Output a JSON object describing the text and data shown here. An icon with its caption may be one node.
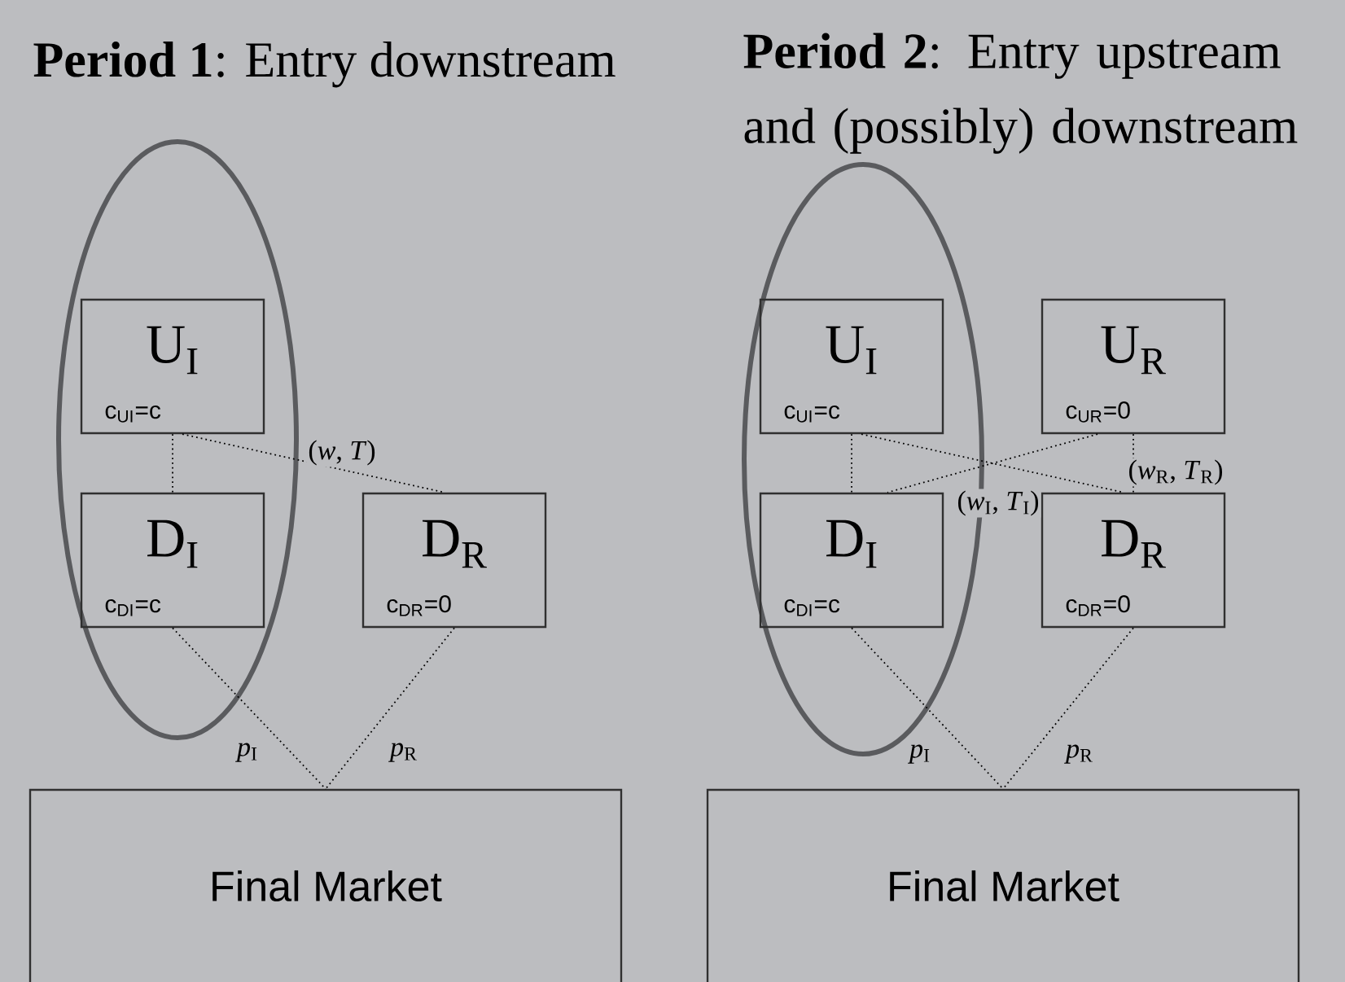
{
  "diagram": {
    "nodes": [
      {
        "text": [],
        "shape": "ellipse"
      },
      {
        "text": [
          "U$_{I}$",
          "c$_{UI}$=c"
        ],
        "in": 0
      },
      {
        "text": [
          "D$_{I}$",
          "c$_{DI}$=c"
        ],
        "in": 0
      },
      {
        "text": [
          "D$_{R}$",
          "c$_{DR}$=0"
        ]
      },
      {
        "text": [
          "Final Market"
        ]
      },
      {
        "text": [],
        "shape": "ellipse"
      },
      {
        "text": [
          "U$_{I}$",
          "c$_{UI}$=c"
        ],
        "in": 5
      },
      {
        "text": [
          "U$_{R}$",
          "c$_{UR}$=0"
        ]
      },
      {
        "text": [
          "D$_{I}$",
          "c$_{DI}$=c"
        ],
        "in": 5
      },
      {
        "text": [
          "D$_{R}$",
          "c$_{DR}$=0"
        ]
      },
      {
        "text": [
          "Final Market"
        ]
      }
    ],
    "edges": [
      {
        "from": 1,
        "to": 2,
        "arrow": "none"
      },
      {
        "from": 1,
        "to": 3,
        "arrow": "none",
        "label": "(*w*, *T*)"
      },
      {
        "from": 2,
        "to": 4,
        "arrow": "none",
        "label": "*p*$_{I}$"
      },
      {
        "from": 3,
        "to": 4,
        "arrow": "none",
        "label": "*p*$_{R}$"
      },
      {
        "from": 6,
        "to": 8,
        "arrow": "none"
      },
      {
        "from": 6,
        "to": 9,
        "arrow": "none",
        "label": "(*w*$_{I}$, *T*$_{I}$)"
      },
      {
        "from": 7,
        "to": 8,
        "arrow": "none"
      },
      {
        "from": 7,
        "to": 9,
        "arrow": "none",
        "label": "(*w*$_{R}$, *T*$_{R}$)"
      },
      {
        "from": 8,
        "to": 10,
        "arrow": "none",
        "label": "*p*$_{I}$"
      },
      {
        "from": 9,
        "to": 10,
        "arrow": "none",
        "label": "*p*$_{R}$"
      }
    ],
    "labels": [
      "**Period 1**: Entry downstream",
      "**Period 2**: Entry upstream and (possibly) downstream"
    ]
  }
}
